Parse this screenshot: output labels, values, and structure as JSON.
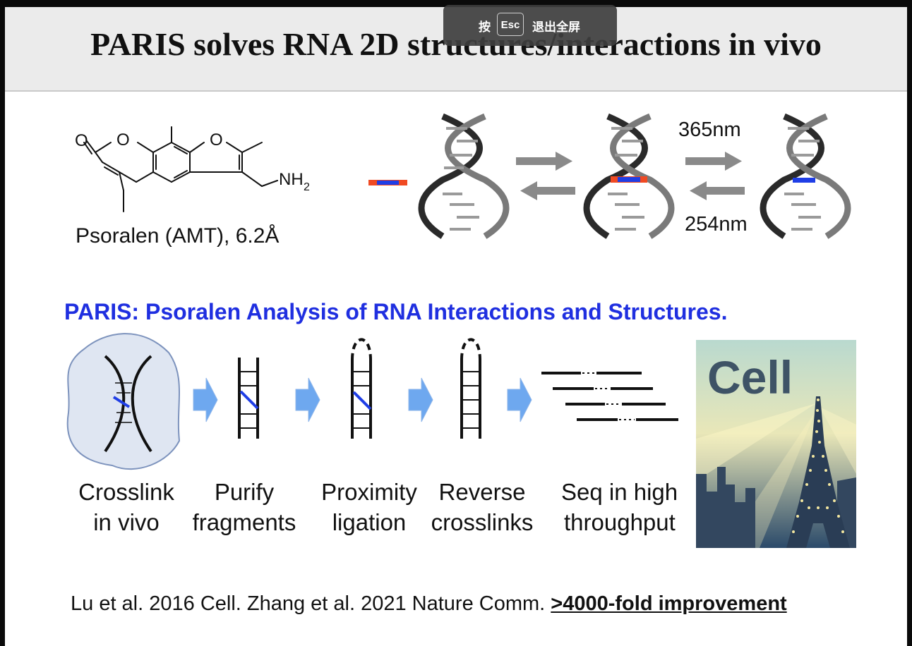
{
  "title": "PARIS solves RNA 2D structures/interactions in vivo",
  "esc_overlay": {
    "prefix": "按",
    "key": "Esc",
    "suffix": "退出全屏"
  },
  "molecule": {
    "atoms": {
      "o1": "O",
      "o2": "O",
      "o3": "O",
      "nh2": "NH",
      "nh2_sub": "2"
    },
    "label": "Psoralen  (AMT), 6.2Å"
  },
  "wavelengths": {
    "forward": "365nm",
    "reverse": "254nm"
  },
  "subtitle": "PARIS: Psoralen Analysis of RNA Interactions and Structures.",
  "steps": [
    {
      "line1": "Crosslink",
      "line2": "in vivo"
    },
    {
      "line1": "Purify",
      "line2": "fragments"
    },
    {
      "line1": "Proximity",
      "line2": "ligation"
    },
    {
      "line1": "Reverse",
      "line2": "crosslinks"
    },
    {
      "line1": "Seq in high",
      "line2": "throughput"
    }
  ],
  "cell_cover": {
    "logo": "Cell"
  },
  "citation": {
    "text": "Lu et al. 2016 Cell. Zhang et al. 2021 Nature Comm. ",
    "highlight": ">4000-fold improvement"
  },
  "colors": {
    "crosslink_red": "#f04a23",
    "crosslink_blue": "#1f3ee6",
    "arrow_gray": "#8a8a8a",
    "flow_arrow_blue": "#6ea8ef",
    "subtitle_blue": "#1f2fe0"
  }
}
